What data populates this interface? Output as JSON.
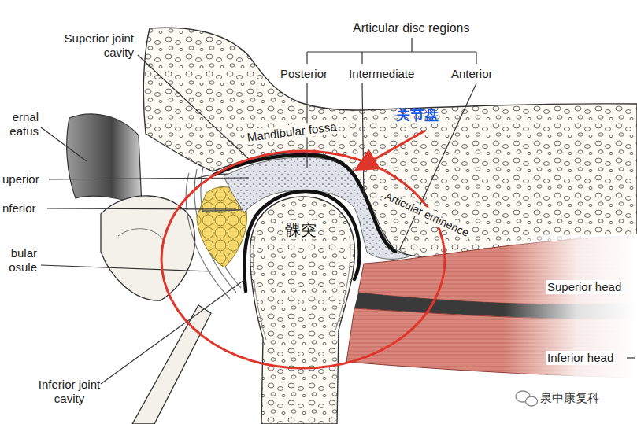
{
  "diagram": {
    "labels": [
      "Articular disc regions",
      "Posterior",
      "Intermediate",
      "Anterior",
      "Superior joint cavity",
      "关节盘",
      "ernal eatus",
      "Mandibular fossa",
      "uperior",
      "nferior",
      "Articular eminence",
      "髁突",
      "bular osule",
      "Superior head",
      "Inferior head",
      "Inferior joint cavity",
      "泉中康复科"
    ]
  }
}
